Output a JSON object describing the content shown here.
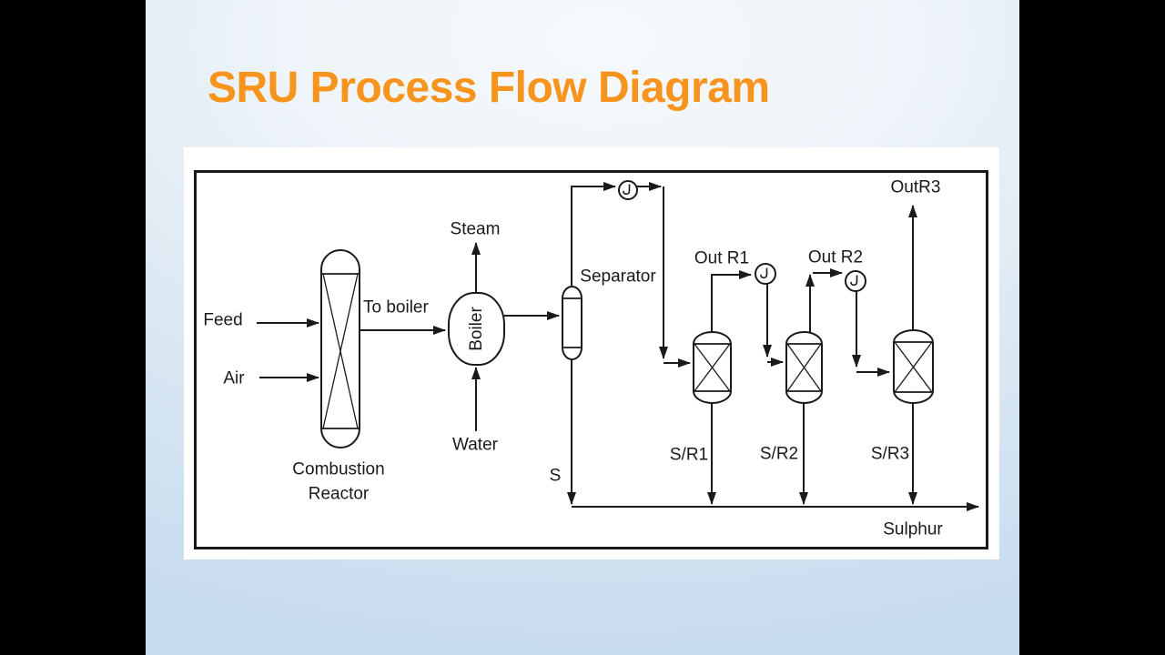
{
  "slide": {
    "title": "SRU Process Flow Diagram"
  },
  "colors": {
    "title_orange": "#F7941D",
    "diagram_ink": "#1A1A1A",
    "panel_bg": "#FFFFFF",
    "slide_bg_top": "#F6F9FC",
    "slide_bg_bottom": "#C6DBEE",
    "letterbox": "#000000"
  },
  "diagram": {
    "equipment": {
      "combustion_reactor": {
        "line1": "Combustion",
        "line2": "Reactor"
      },
      "boiler": {
        "label": "Boiler"
      },
      "separator": {
        "label": "Separator"
      },
      "reactor1": {
        "label": "S/R1"
      },
      "reactor2": {
        "label": "S/R2"
      },
      "reactor3": {
        "label": "S/R3"
      }
    },
    "streams": {
      "feed": "Feed",
      "air": "Air",
      "to_boiler": "To boiler",
      "steam": "Steam",
      "water": "Water",
      "separator_bottoms": "S",
      "out_r1": "Out R1",
      "out_r2": "Out R2",
      "out_r3": "OutR3",
      "sulphur": "Sulphur"
    }
  }
}
